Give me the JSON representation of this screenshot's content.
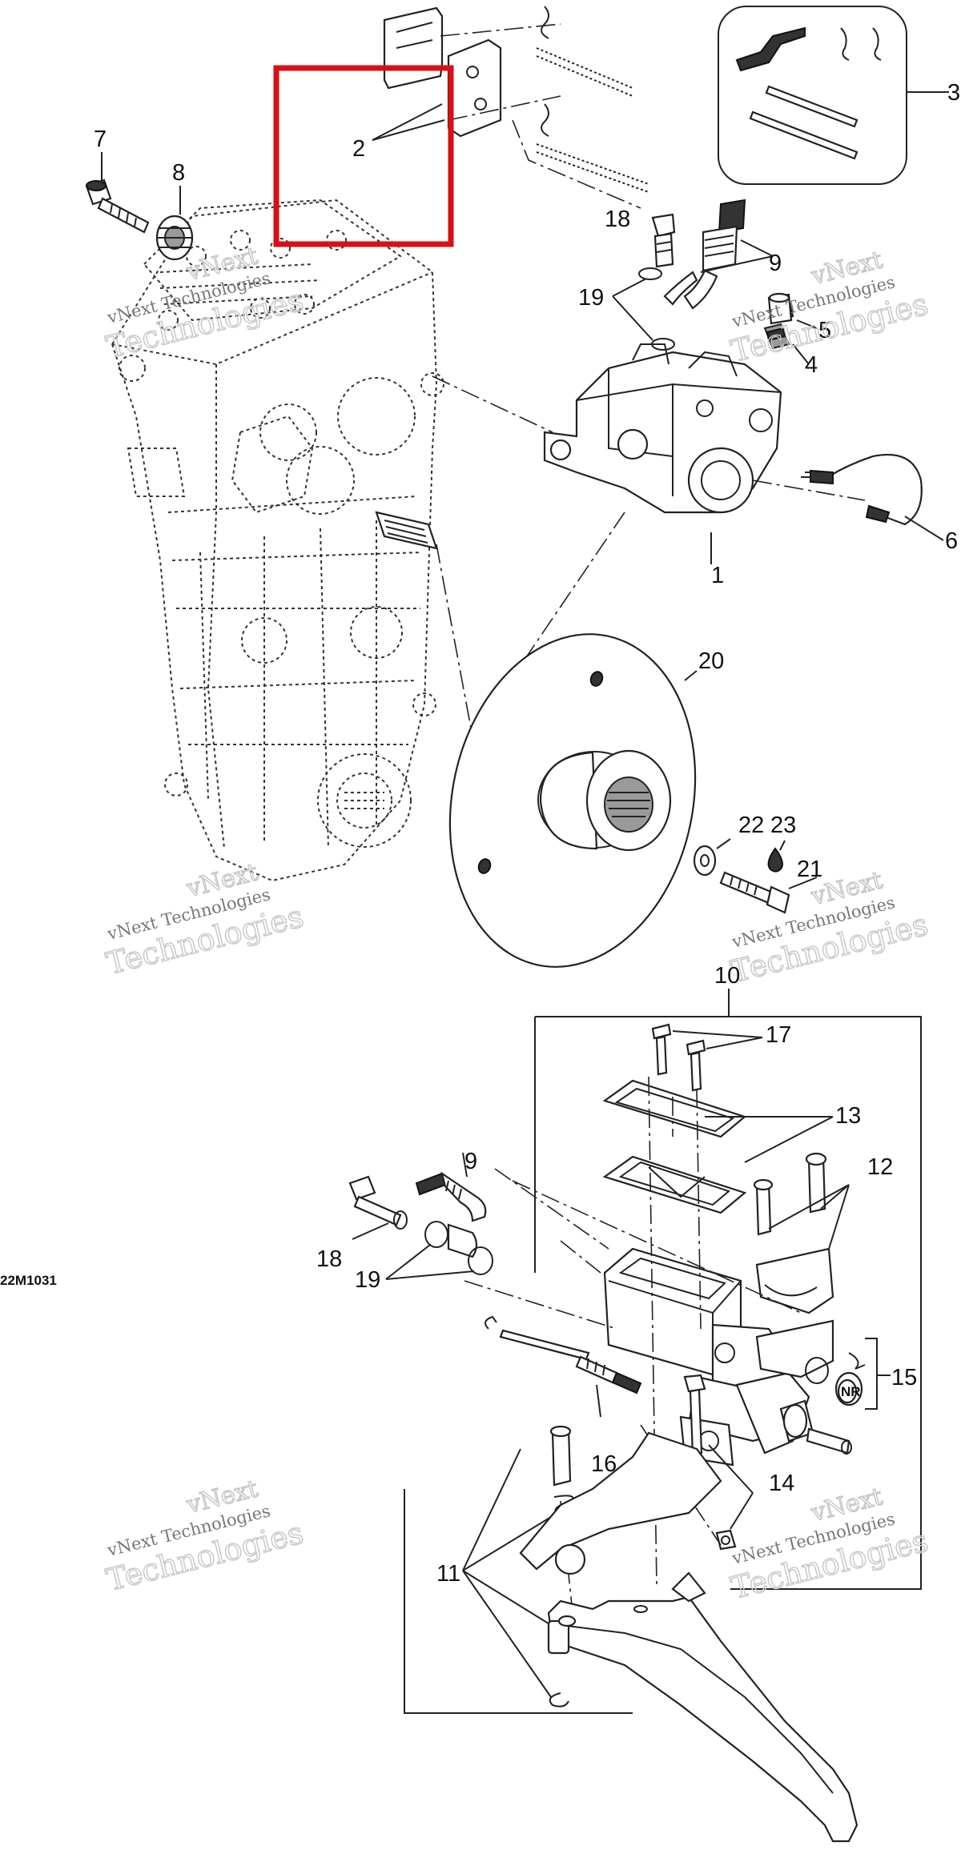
{
  "diagram": {
    "drawing_code": "22M1031",
    "callouts": [
      "1",
      "2",
      "3",
      "4",
      "5",
      "6",
      "7",
      "8",
      "9",
      "9",
      "10",
      "11",
      "12",
      "13",
      "14",
      "15",
      "16",
      "17",
      "18",
      "18",
      "19",
      "19",
      "20",
      "21",
      "22",
      "23"
    ],
    "watermark_line1": "vNext Technologies",
    "watermark_line2": "vNext",
    "watermark_line3": "Technologies",
    "selection_color": "#d90f15",
    "kit_label": "NR"
  }
}
